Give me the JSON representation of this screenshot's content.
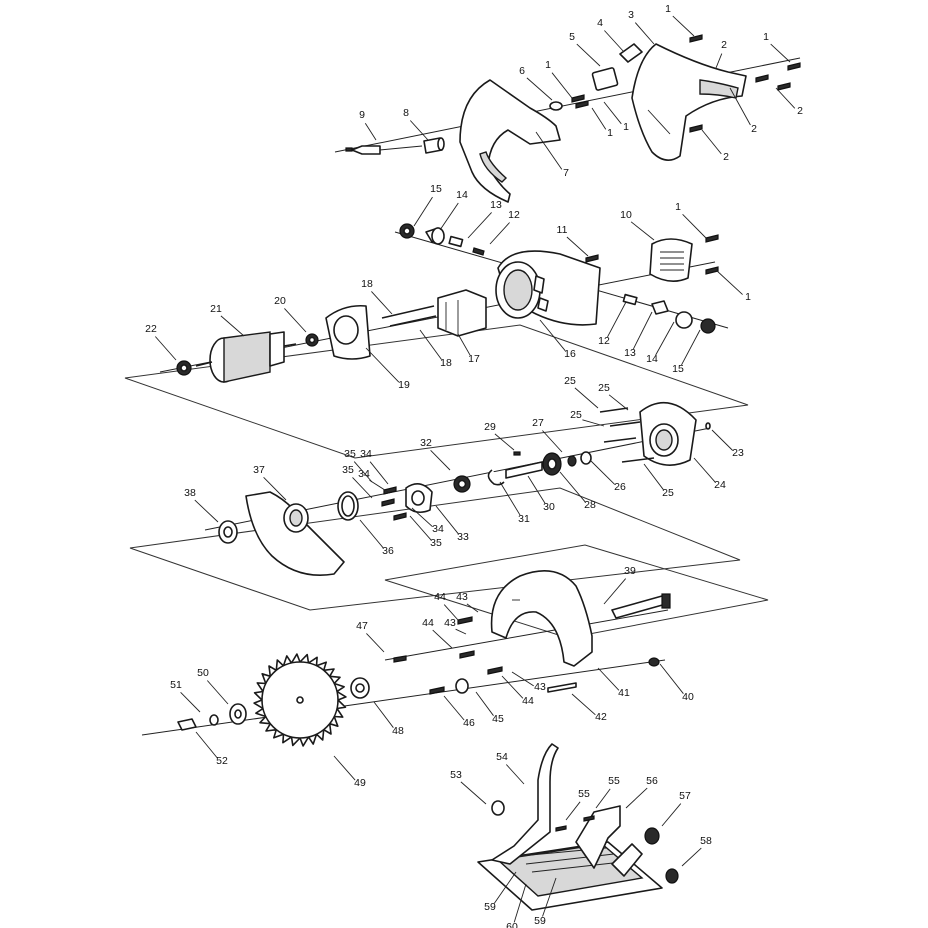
{
  "labels": [
    "1",
    "1",
    "1",
    "1",
    "1",
    "2",
    "2",
    "2",
    "2",
    "3",
    "4",
    "5",
    "6",
    "7",
    "8",
    "9",
    "10",
    "1",
    "1",
    "11",
    "12",
    "12",
    "13",
    "13",
    "14",
    "14",
    "15",
    "15",
    "16",
    "17",
    "18",
    "18",
    "19",
    "20",
    "21",
    "22",
    "23",
    "24",
    "25",
    "25",
    "25",
    "25",
    "26",
    "27",
    "28",
    "29",
    "30",
    "31",
    "32",
    "33",
    "34",
    "34",
    "34",
    "35",
    "35",
    "35",
    "36",
    "37",
    "38",
    "39",
    "40",
    "41",
    "42",
    "43",
    "43",
    "43",
    "44",
    "44",
    "44",
    "45",
    "46",
    "47",
    "48",
    "49",
    "50",
    "51",
    "52",
    "53",
    "54",
    "55",
    "55",
    "56",
    "57",
    "58",
    "59",
    "59",
    "60"
  ]
}
